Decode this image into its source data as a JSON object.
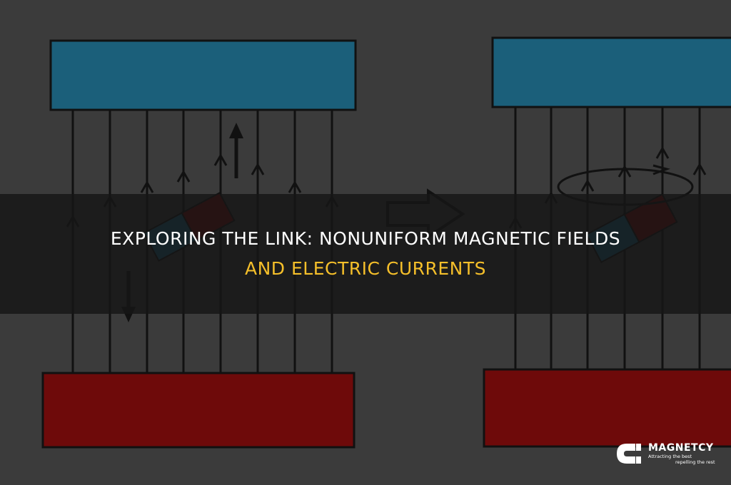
{
  "banner": {
    "title_line1": "EXPLORING THE LINK: NONUNIFORM MAGNETIC FIELDS",
    "title_line2": "AND ELECTRIC CURRENTS"
  },
  "logo": {
    "brand": "MAGNETCY",
    "tagline_line1": "Attracting the best",
    "tagline_line2": "repelling the rest"
  },
  "colors": {
    "north_pole": "#1b5f7a",
    "south_pole": "#6e0a0a",
    "background": "#3b3b3b",
    "title_white": "#ffffff",
    "title_accent": "#f5bf2a"
  }
}
